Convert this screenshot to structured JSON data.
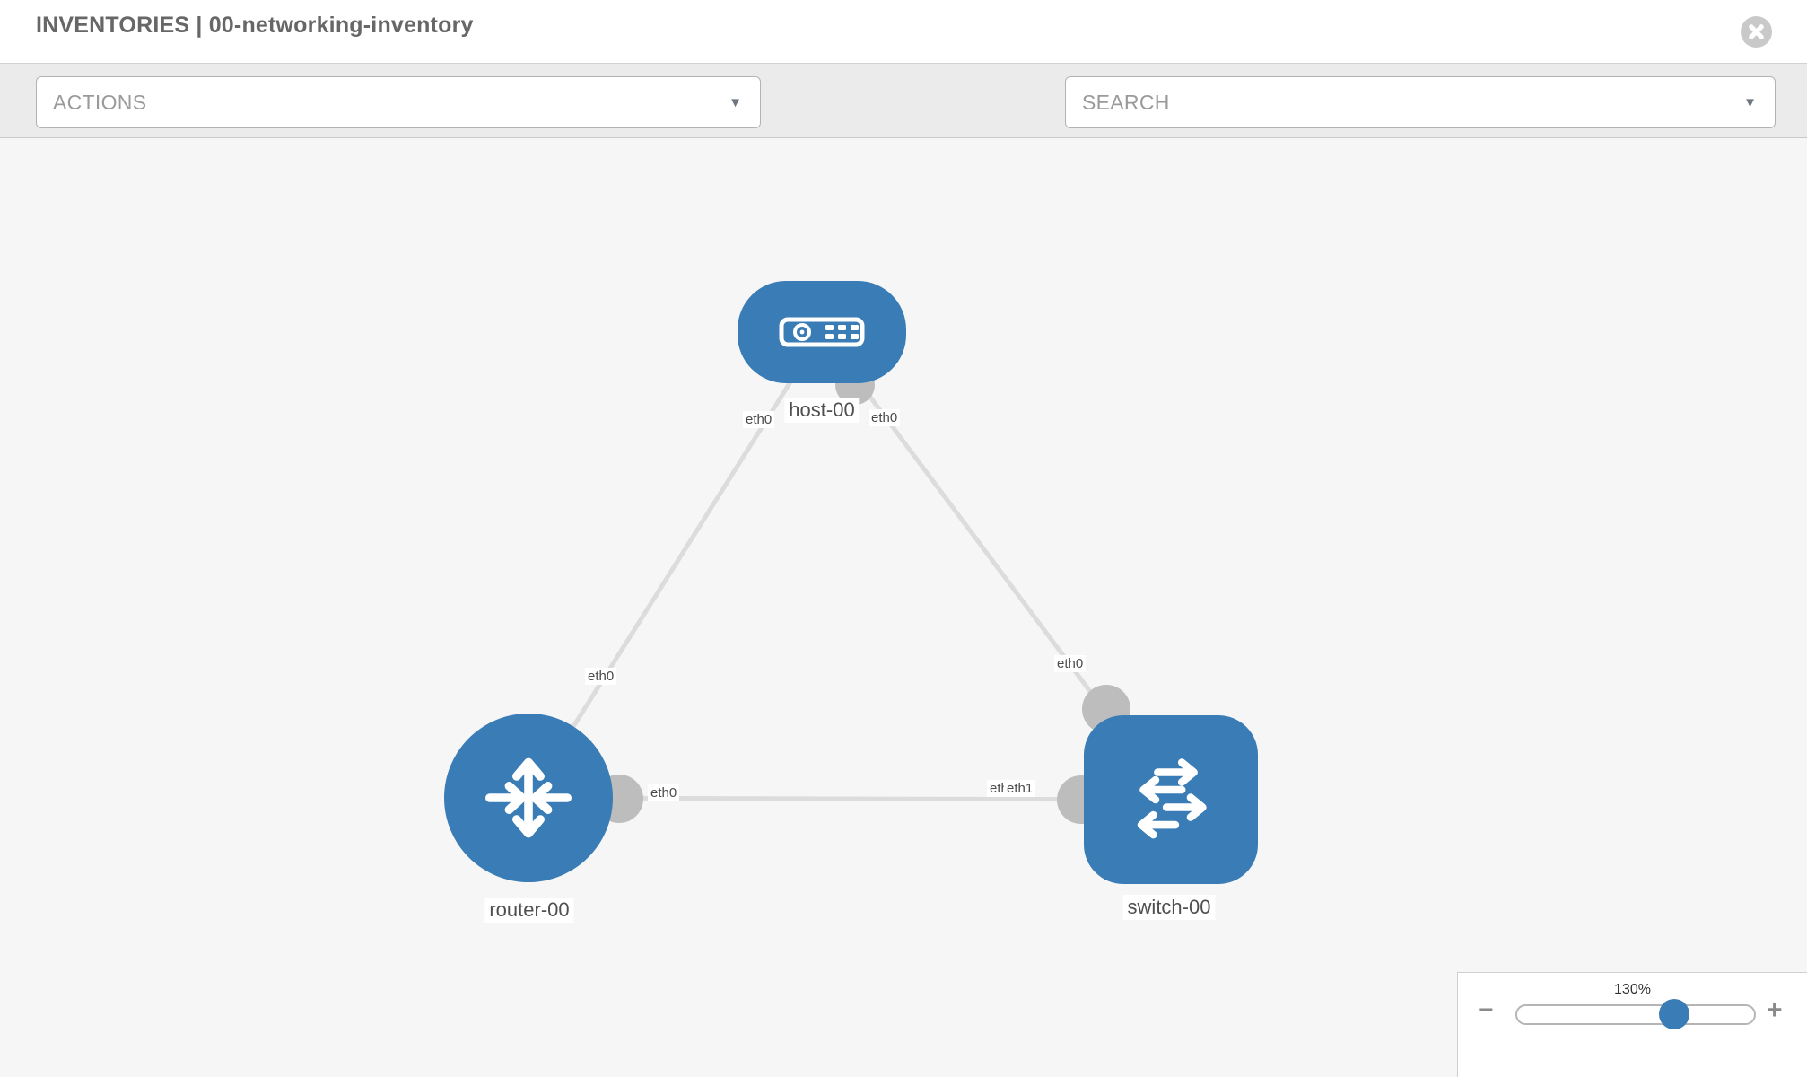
{
  "header": {
    "title": "INVENTORIES | 00-networking-inventory"
  },
  "toolbar": {
    "actions_label": "ACTIONS",
    "search_label": "SEARCH",
    "caret_glyph": "▼",
    "icons": [
      "wrench-icon",
      "key-icon"
    ]
  },
  "diagram": {
    "nodes": [
      {
        "id": "host-00",
        "type": "host",
        "label": "host-00"
      },
      {
        "id": "router-00",
        "type": "router",
        "label": "router-00"
      },
      {
        "id": "switch-00",
        "type": "switch",
        "label": "switch-00"
      }
    ],
    "links": [
      {
        "source": "host-00",
        "target": "router-00"
      },
      {
        "source": "host-00",
        "target": "switch-00"
      },
      {
        "source": "router-00",
        "target": "switch-00"
      }
    ],
    "interfaces": {
      "host_left": "eth0",
      "host_right": "eth0",
      "link_host_router": "eth0",
      "link_host_switch": "eth0",
      "router_right": "eth0",
      "switch_eth0": "eth0",
      "switch_eth1": "eth1"
    },
    "colors": {
      "node_blue": "#3a7cb5",
      "link_gray": "#dcdcdc",
      "connector_gray": "#bdbdbd"
    }
  },
  "zoom_control": {
    "level": "130%",
    "minus_glyph": "−",
    "plus_glyph": "+"
  }
}
